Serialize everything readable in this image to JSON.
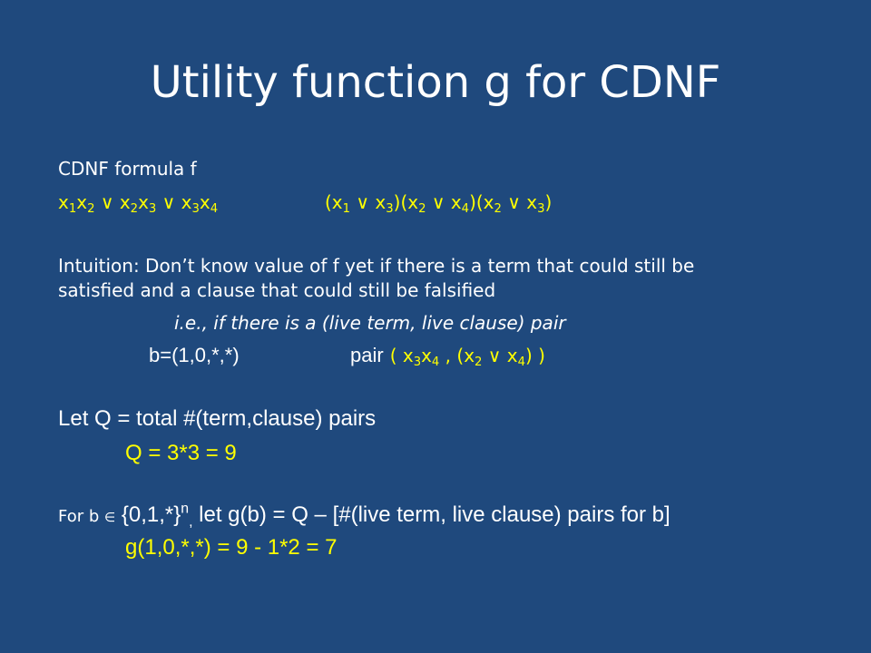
{
  "title": "Utility function g for CDNF",
  "formula_label": "CDNF formula f",
  "dnf": [
    {
      "v": "x",
      "s": "1"
    },
    {
      "v": "x",
      "s": "2"
    },
    {
      "op": " ∨ "
    },
    {
      "v": "x",
      "s": "2"
    },
    {
      "v": "x",
      "s": "3"
    },
    {
      "op": " ∨ "
    },
    {
      "v": "x",
      "s": "3"
    },
    {
      "v": "x",
      "s": "4"
    }
  ],
  "cnf": [
    {
      "v": "(x",
      "s": "1"
    },
    {
      "op": " ∨ "
    },
    {
      "v": "x",
      "s": "3"
    },
    {
      "v": ")"
    },
    {
      "v": "(x",
      "s": "2"
    },
    {
      "op": " ∨ "
    },
    {
      "v": "x",
      "s": "4"
    },
    {
      "v": ")"
    },
    {
      "v": "(x",
      "s": "2"
    },
    {
      "op": " ∨ "
    },
    {
      "v": "x",
      "s": "3"
    },
    {
      "v": ")"
    }
  ],
  "intuition_line1": "Intuition: Don’t know value of f yet if there is a term that could still be",
  "intuition_line2": "satisfied and a clause that could still be falsified",
  "ie_line": "i.e., if there is a (live term, live clause) pair",
  "example_b": "b=(1,0,*,*)",
  "pair_word": "pair",
  "pair_text": [
    {
      "v": "( x",
      "s": "3"
    },
    {
      "v": "x",
      "s": "4"
    },
    {
      "v": " , (x",
      "s": "2"
    },
    {
      "op": " ∨ "
    },
    {
      "v": "x",
      "s": "4"
    },
    {
      "v": ") )"
    }
  ],
  "let_q": "Let Q = total #(term,clause) pairs",
  "q_value": "Q = 3*3 = 9",
  "for_b": "For b ",
  "elem_sym": "∈",
  "domain_set": " {0,1,*}",
  "domain_exp": "n",
  "comma": ",",
  "g_def": "  let g(b) = Q – [#(live term, live clause) pairs for b]",
  "g_example": "g(1,0,*,*) = 9 - 1*2 = 7"
}
